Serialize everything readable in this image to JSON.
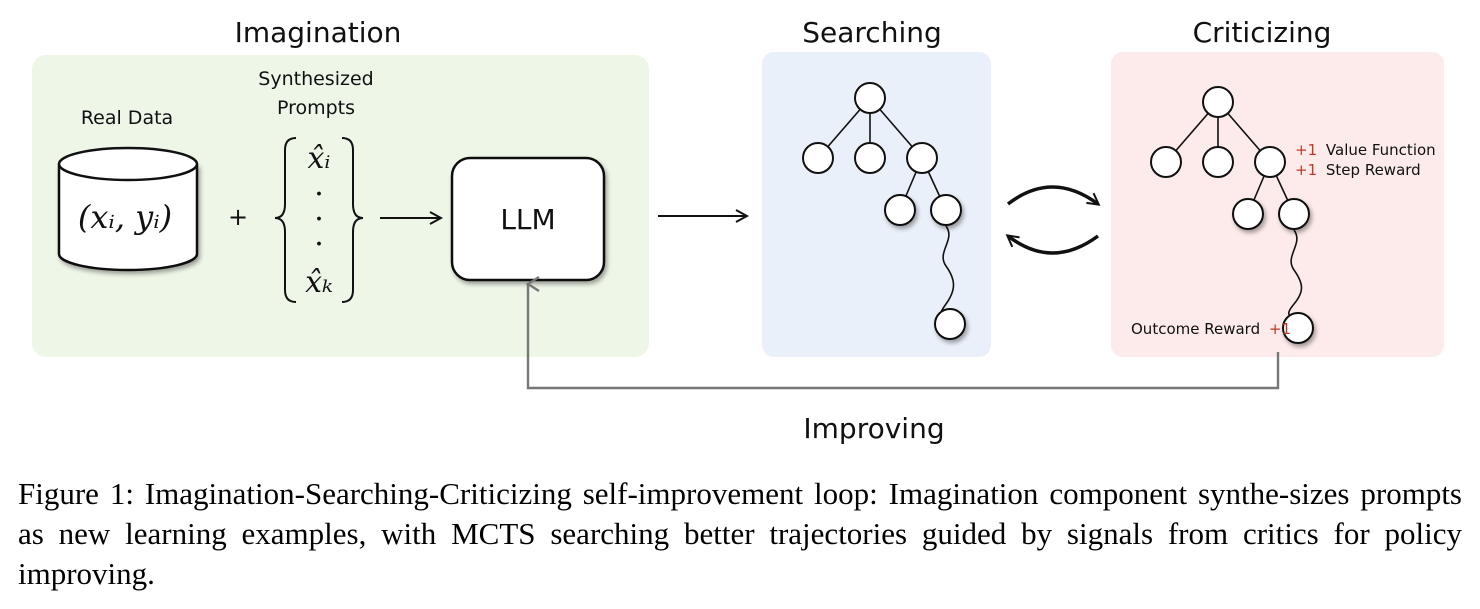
{
  "panels": {
    "imagination": {
      "title": "Imagination",
      "bg": "#eef6e8"
    },
    "searching": {
      "title": "Searching",
      "bg": "#eaf0f9"
    },
    "criticizing": {
      "title": "Criticizing",
      "bg": "#fcebea"
    }
  },
  "imagination": {
    "real_data_label": "Real Data",
    "data_formula": "(xᵢ, yᵢ)",
    "plus": "+",
    "synth_label_line1": "Synthesized",
    "synth_label_line2": "Prompts",
    "prompt_first": "x̂ᵢ",
    "prompt_dot": "·",
    "prompt_last": "x̂ₖ",
    "llm_label": "LLM"
  },
  "criticizing": {
    "value_plus": "+1",
    "value_text": "Value Function",
    "step_plus": "+1",
    "step_text": "Step Reward",
    "outcome_text": "Outcome Reward",
    "outcome_plus": "+1",
    "accent": "#c0392b"
  },
  "feedback_label": "Improving",
  "caption": "Figure 1: Imagination-Searching-Criticizing self-improvement loop: Imagination component synthe-sizes prompts as new learning examples, with MCTS searching better trajectories guided by signals from critics for policy improving."
}
